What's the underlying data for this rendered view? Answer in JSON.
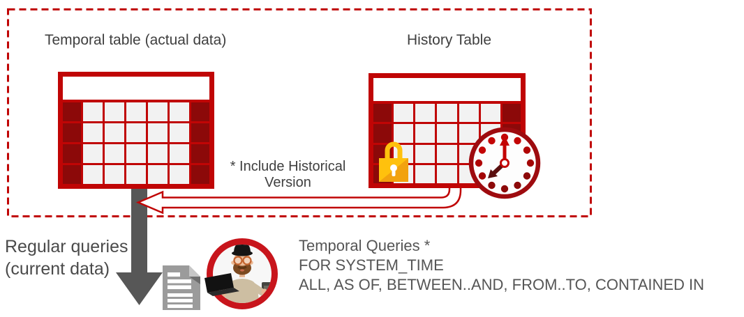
{
  "labels": {
    "temporal_table": "Temporal table (actual data)",
    "history_table": "History Table"
  },
  "note": {
    "line1": "* Include Historical",
    "line2": "Version"
  },
  "regular_queries": {
    "line1": "Regular queries",
    "line2": "(current data)"
  },
  "temporal_queries": {
    "line1": "Temporal Queries *",
    "line2": "FOR SYSTEM_TIME",
    "line3": "ALL, AS OF, BETWEEN..AND, FROM..TO, CONTAINED IN"
  },
  "table_icon": {
    "rows": 4,
    "cols": 7
  },
  "icons": {
    "lock": "lock-icon",
    "clock": "clock-icon",
    "document": "document-icon",
    "avatar": "developer-avatar-icon",
    "down_arrow": "down-arrow-icon",
    "return_arrow": "return-arrow-icon"
  },
  "colors": {
    "red": "#C00505",
    "dark_red": "#8C0909",
    "cell_gray": "#F2F2F2",
    "arrow_gray": "#575757",
    "text_dark": "#3F3F3F",
    "text_gray": "#4F4F4F",
    "lock_gold": "#FFC10D",
    "lock_orange": "#F2A20E",
    "clock_ring": "#9E0B0F",
    "avatar_ring": "#C8151C"
  }
}
